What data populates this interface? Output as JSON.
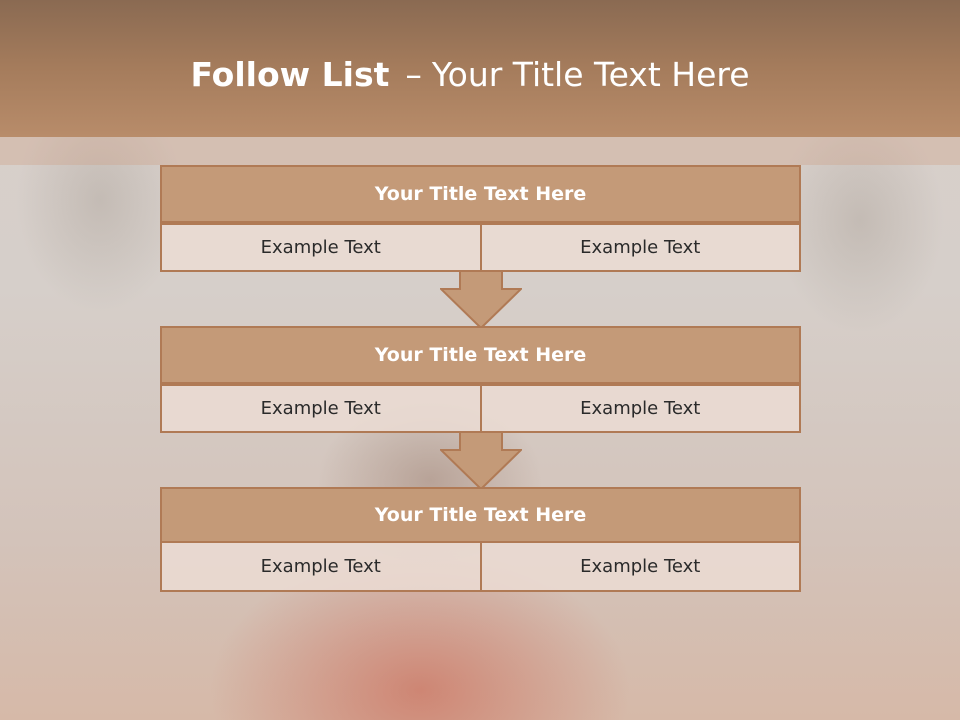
{
  "slide": {
    "title_bold": "Follow List",
    "title_separator": "–",
    "title_rest": "Your Title Text Here"
  },
  "steps": [
    {
      "title": "Your Title Text Here",
      "left": "Example Text",
      "right": "Example Text"
    },
    {
      "title": "Your Title Text Here",
      "left": "Example Text",
      "right": "Example Text"
    },
    {
      "title": "Your Title Text Here",
      "left": "Example Text",
      "right": "Example Text"
    }
  ],
  "colors": {
    "header": "#a57c5c",
    "box_title": "#c49a78",
    "box_border": "#b07a55",
    "cell_fill": "#ebdcd4",
    "arrow_fill": "#c49a78"
  }
}
